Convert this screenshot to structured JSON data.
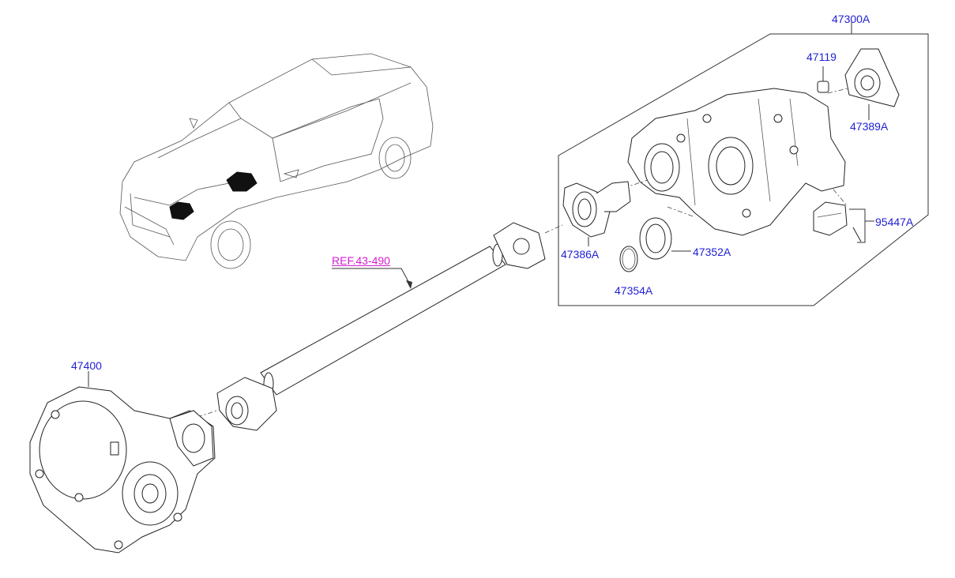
{
  "labels": {
    "assembly_47300A": "47300A",
    "part_47119": "47119",
    "part_47389A": "47389A",
    "part_95447A": "95447A",
    "part_47352A": "47352A",
    "part_47386A": "47386A",
    "part_47354A": "47354A",
    "reference": "REF.43-490",
    "part_47400": "47400"
  },
  "colors": {
    "part_label": "#1f1fd1",
    "reference_label": "#d51fd1",
    "line": "#333333"
  }
}
